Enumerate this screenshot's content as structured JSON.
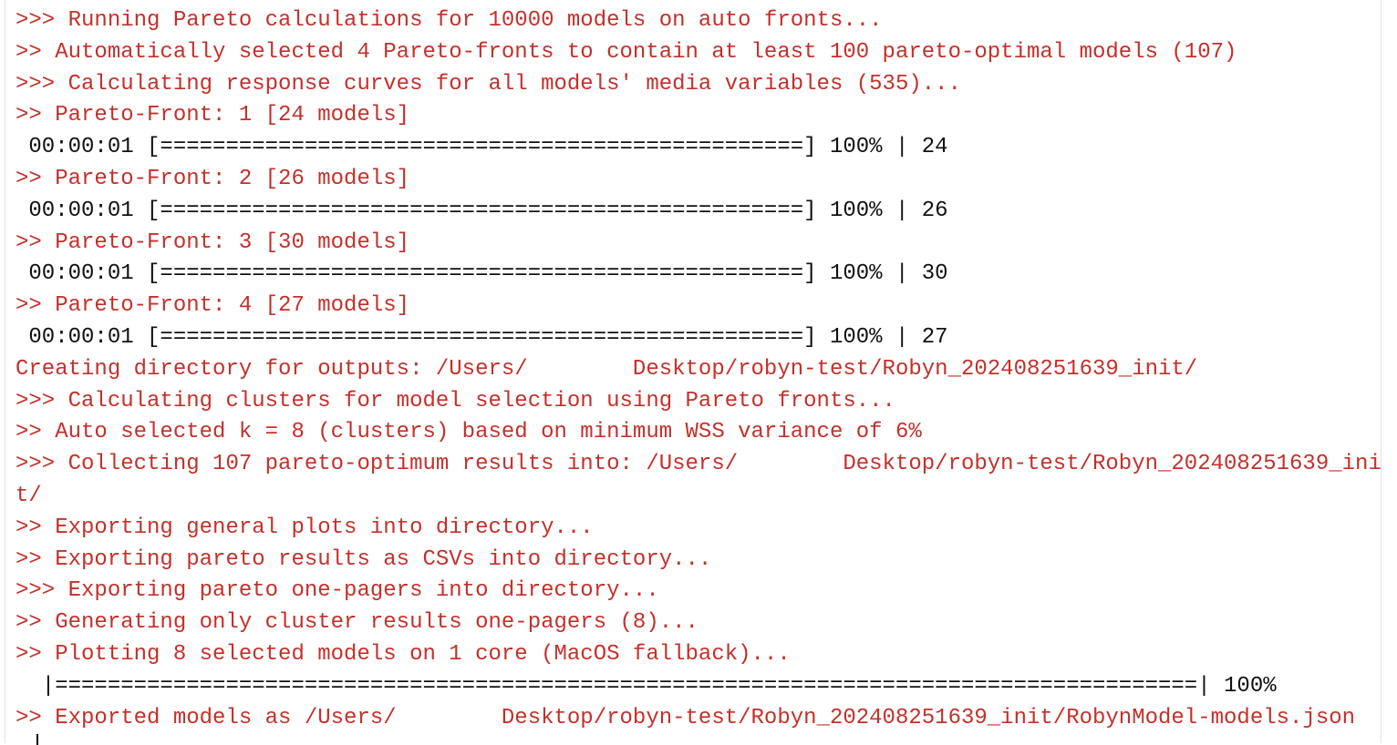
{
  "console": {
    "text_color": "#c4302b",
    "lines": [
      {
        "kind": "msg",
        "text": ">>> Running Pareto calculations for 10000 models on auto fronts..."
      },
      {
        "kind": "msg",
        "text": ">> Automatically selected 4 Pareto-fronts to contain at least 100 pareto-optimal models (107)"
      },
      {
        "kind": "msg",
        "text": ">>> Calculating response curves for all models' media variables (535)..."
      },
      {
        "kind": "msg",
        "text": ">> Pareto-Front: 1 [24 models]"
      },
      {
        "kind": "out",
        "text": " 00:00:01 [=================================================] 100% | 24"
      },
      {
        "kind": "msg",
        "text": ">> Pareto-Front: 2 [26 models]"
      },
      {
        "kind": "out",
        "text": " 00:00:01 [=================================================] 100% | 26"
      },
      {
        "kind": "msg",
        "text": ">> Pareto-Front: 3 [30 models]"
      },
      {
        "kind": "out",
        "text": " 00:00:01 [=================================================] 100% | 30"
      },
      {
        "kind": "msg",
        "text": ">> Pareto-Front: 4 [27 models]"
      },
      {
        "kind": "out",
        "text": " 00:00:01 [=================================================] 100% | 27"
      },
      {
        "kind": "msg",
        "text": "Creating directory for outputs: /Users/        Desktop/robyn-test/Robyn_202408251639_init/"
      },
      {
        "kind": "msg",
        "text": ">>> Calculating clusters for model selection using Pareto fronts..."
      },
      {
        "kind": "msg",
        "text": ">> Auto selected k = 8 (clusters) based on minimum WSS variance of 6%"
      },
      {
        "kind": "msg",
        "text": ">>> Collecting 107 pareto-optimum results into: /Users/        Desktop/robyn-test/Robyn_202408251639_ini"
      },
      {
        "kind": "msg",
        "text": "t/"
      },
      {
        "kind": "msg",
        "text": ">> Exporting general plots into directory..."
      },
      {
        "kind": "msg",
        "text": ">> Exporting pareto results as CSVs into directory..."
      },
      {
        "kind": "msg",
        "text": ">>> Exporting pareto one-pagers into directory..."
      },
      {
        "kind": "msg",
        "text": ">> Generating only cluster results one-pagers (8)..."
      },
      {
        "kind": "msg",
        "text": ">> Plotting 8 selected models on 1 core (MacOS fallback)..."
      },
      {
        "kind": "out",
        "text": "  |=======================================================================================| 100%"
      },
      {
        "kind": "msg",
        "text": ">> Exported models as /Users/        Desktop/robyn-test/Robyn_202408251639_init/RobynModel-models.json"
      }
    ]
  }
}
